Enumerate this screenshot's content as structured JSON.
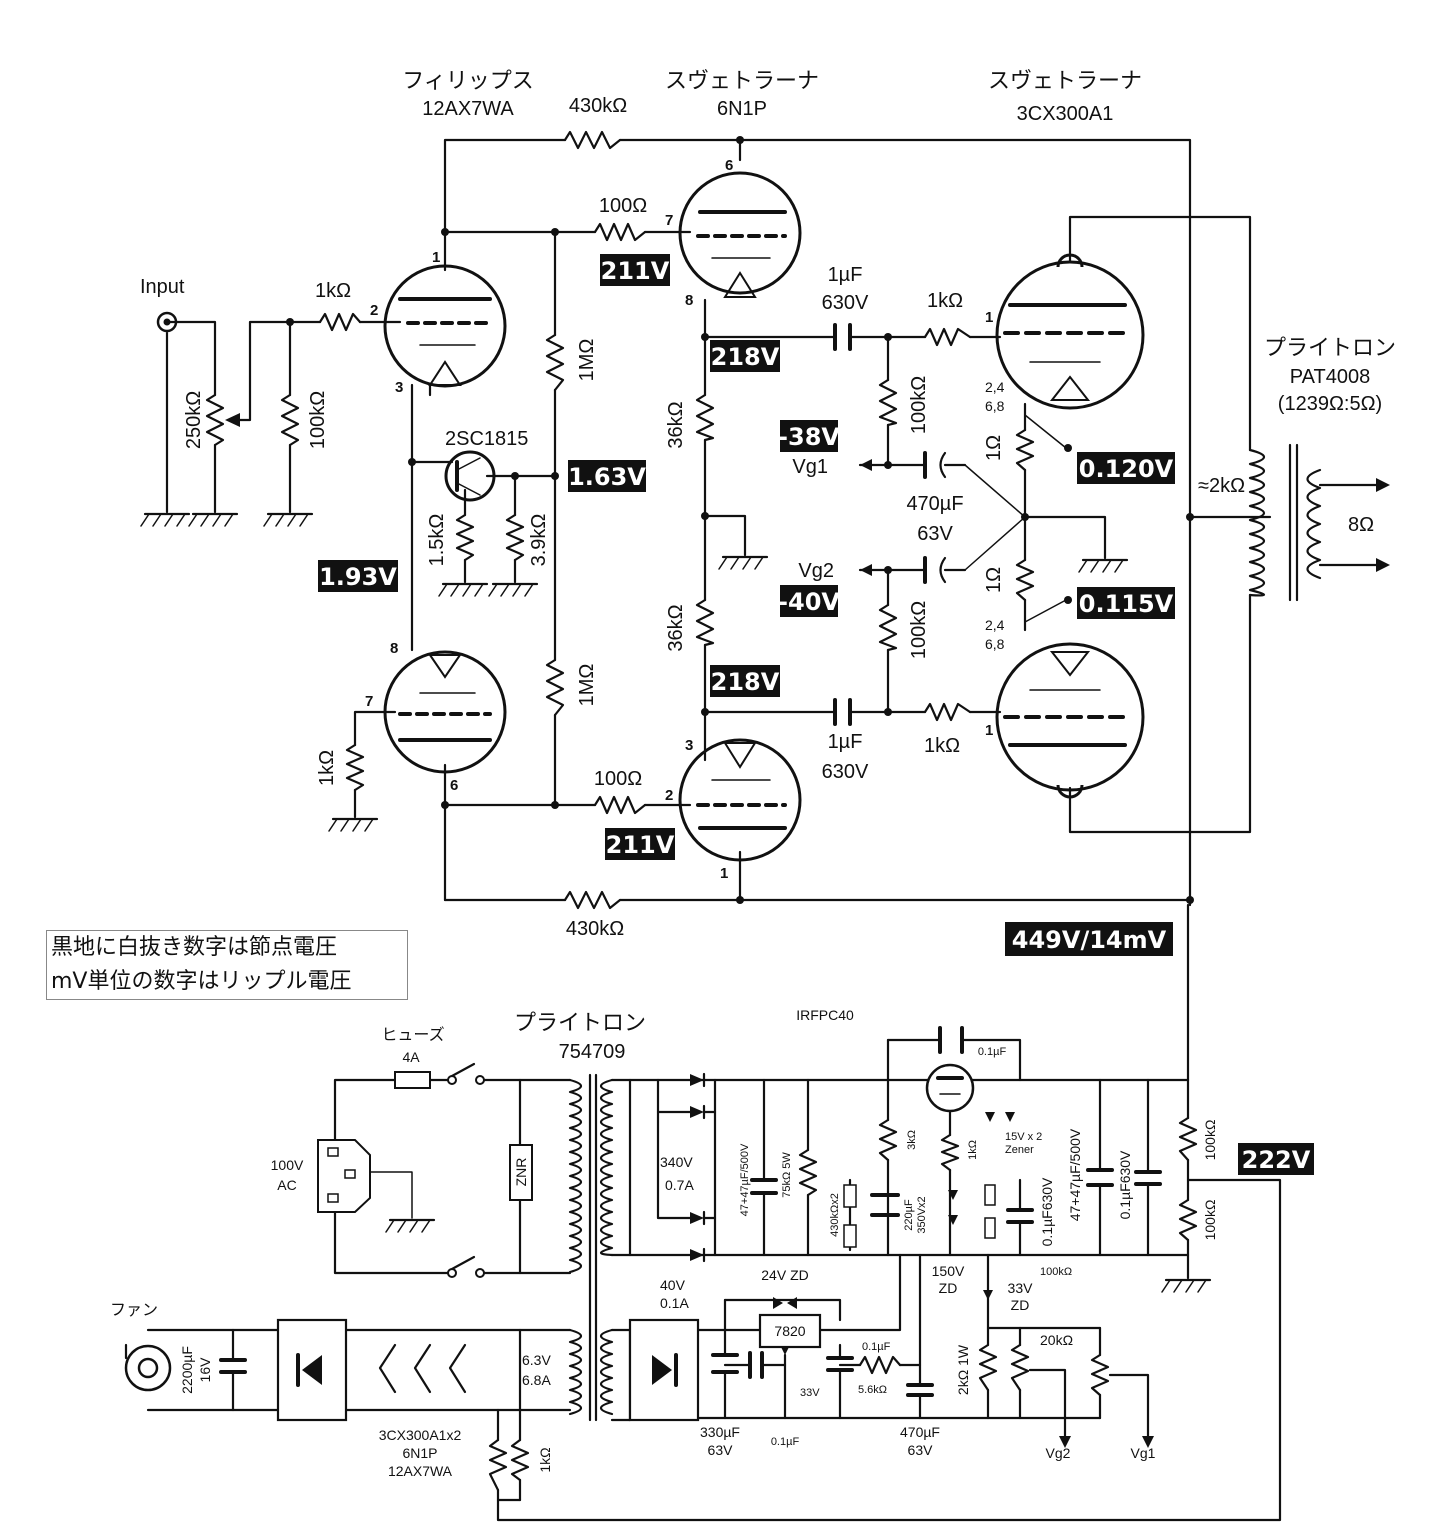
{
  "tubes": {
    "v1_maker": "フィリップス",
    "v1_type": "12AX7WA",
    "v2_maker": "スヴェトラーナ",
    "v2_type": "6N1P",
    "v3_maker": "スヴェトラーナ",
    "v3_type": "3CX300A1",
    "transistor": "2SC1815",
    "mosfet": "IRFPC40",
    "regulator": "7820"
  },
  "output_transformer": {
    "maker": "プライトロン",
    "model": "PAT4008",
    "ratio": "(1239Ω:5Ω)",
    "impedance": "≈2kΩ",
    "load": "8Ω"
  },
  "power_transformer": {
    "maker": "プライトロン",
    "model": "754709"
  },
  "labels": {
    "input": "Input",
    "vg1": "Vg1",
    "vg2": "Vg2",
    "fuse": "ヒューズ",
    "fuse_rating": "4A",
    "mains_v": "100V",
    "mains_ac": "AC",
    "znr": "ZNR",
    "fan": "ファン",
    "hv_v": "340V",
    "hv_a": "0.7A",
    "lv_v": "40V",
    "lv_a": "0.1A",
    "heater_v": "6.3V",
    "heater_a": "6.8A",
    "heater_tubes_1": "3CX300A1x2",
    "heater_tubes_2": "6N1P",
    "heater_tubes_3": "12AX7WA",
    "zener_pair_1": "15V x 2",
    "zener_pair_2": "Zener",
    "zd150_1": "150V",
    "zd150_2": "ZD",
    "zd33_1": "33V",
    "zd33_2": "ZD",
    "zd24": "24V ZD",
    "z33": "33V"
  },
  "parts": {
    "r430k": "430kΩ",
    "r100": "100Ω",
    "r1k": "1kΩ",
    "r250k": "250kΩ",
    "r100k": "100kΩ",
    "r1M": "1MΩ",
    "r1_5k": "1.5kΩ",
    "r3_9k": "3.9kΩ",
    "r36k": "36kΩ",
    "r1": "1Ω",
    "c1u": "1µF",
    "c630": "630V",
    "c470u": "470µF",
    "c63": "63V",
    "pin24": "2,4",
    "pin68": "6,8",
    "c_hv1": "47+47µF/500V",
    "r75k": "75kΩ 5W",
    "r430x2": "430kΩx2",
    "r3k": "3kΩ",
    "c220": "220µF",
    "c220v": "350Vx2",
    "c01_630": "0.1µF630V",
    "c_hv2": "47+47µF/500V",
    "c01_630b": "0.1µF630V",
    "c01": "0.1µF",
    "r100k_b": "100kΩ",
    "c2200_1": "2200µF",
    "c2200_2": "16V",
    "c330": "330µF",
    "c330v": "63V",
    "c470b": "470µF",
    "c470bv": "63V",
    "r5_6k": "5.6kΩ",
    "r2k1w": "2kΩ 1W",
    "r20k": "20kΩ",
    "r1k_h": "1kΩ"
  },
  "pins": {
    "p1": "1",
    "p2": "2",
    "p3": "3",
    "p6": "6",
    "p7": "7",
    "p8": "8"
  },
  "voltages": {
    "v211a": "211V",
    "v218a": "218V",
    "v163": "1.63V",
    "v193": "1.93V",
    "vm38": "-38V",
    "vm40": "-40V",
    "v0120": "0.120V",
    "v0115": "0.115V",
    "v218b": "218V",
    "v211b": "211V",
    "vb": "449V/14mV",
    "v222": "222V"
  },
  "note": {
    "line1": "黒地に白抜き数字は節点電圧",
    "line2": "mV単位の数字はリップル電圧"
  }
}
